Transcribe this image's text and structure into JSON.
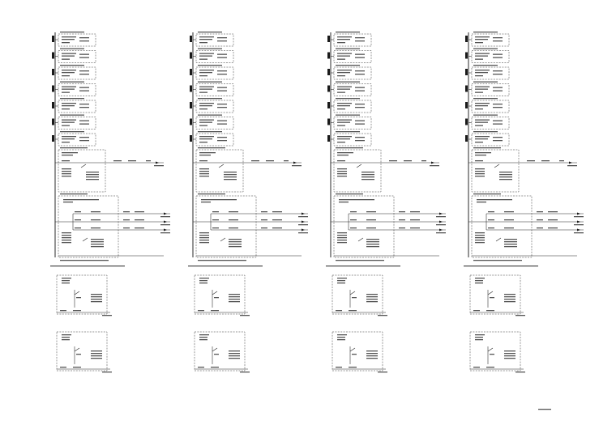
{
  "sheet": {
    "background": "#ffffff",
    "line_color": "#222222",
    "panels": [
      {
        "id": "A"
      },
      {
        "id": "B"
      },
      {
        "id": "C"
      },
      {
        "id": "D"
      }
    ],
    "title_text": ""
  }
}
